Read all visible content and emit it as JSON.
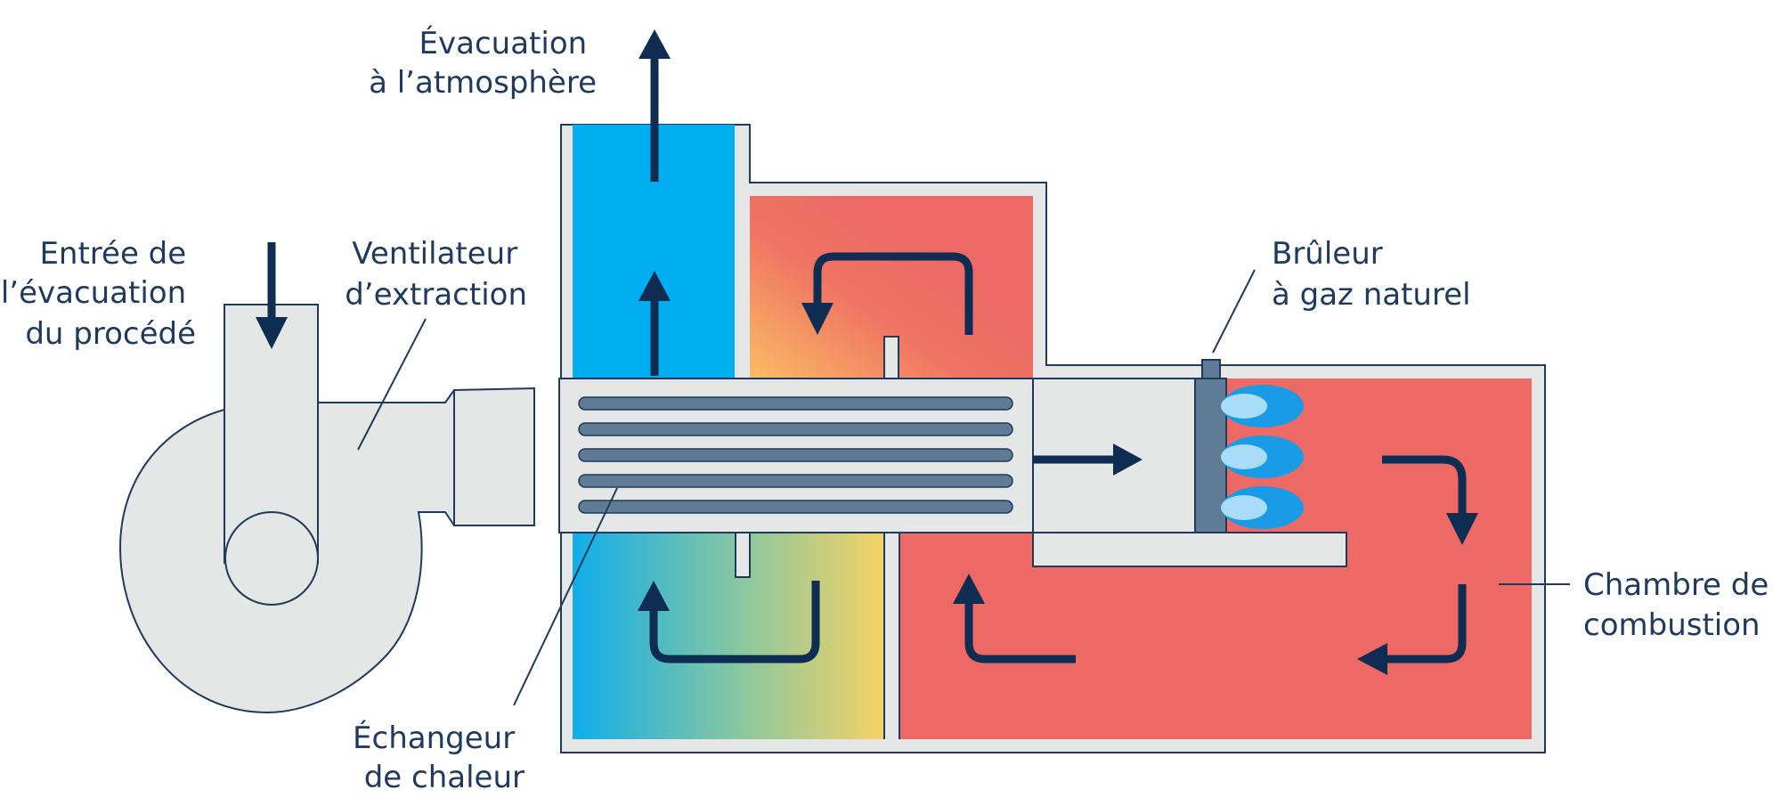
{
  "labels": {
    "exhaust_line1": "Évacuation",
    "exhaust_line2": "à l’atmosphère",
    "inlet_line1": "Entrée de",
    "inlet_line2": "l’évacuation",
    "inlet_line3": "du procédé",
    "fan_line1": "Ventilateur",
    "fan_line2": "d’extraction",
    "burner_line1": "Brûleur",
    "burner_line2": "à gaz naturel",
    "chamber_line1": "Chambre de",
    "chamber_line2": "combustion",
    "exchanger_line1": "Échangeur",
    "exchanger_line2": "de chaleur"
  },
  "colors": {
    "text": "#1f3a5c",
    "arrow": "#0f2d52",
    "housing": "#e5e6e6",
    "cool_air": "#00aeef",
    "hot_gas": "#ec6966",
    "warm_mid": "#f6c566",
    "tube": "#5f7b96",
    "flame": "#1a9be6",
    "flame_core": "#a8dcf7"
  },
  "icons": [
    "fan-housing-icon",
    "heat-exchanger-tubes-icon",
    "burner-flame-icon",
    "flow-arrow-icon"
  ]
}
